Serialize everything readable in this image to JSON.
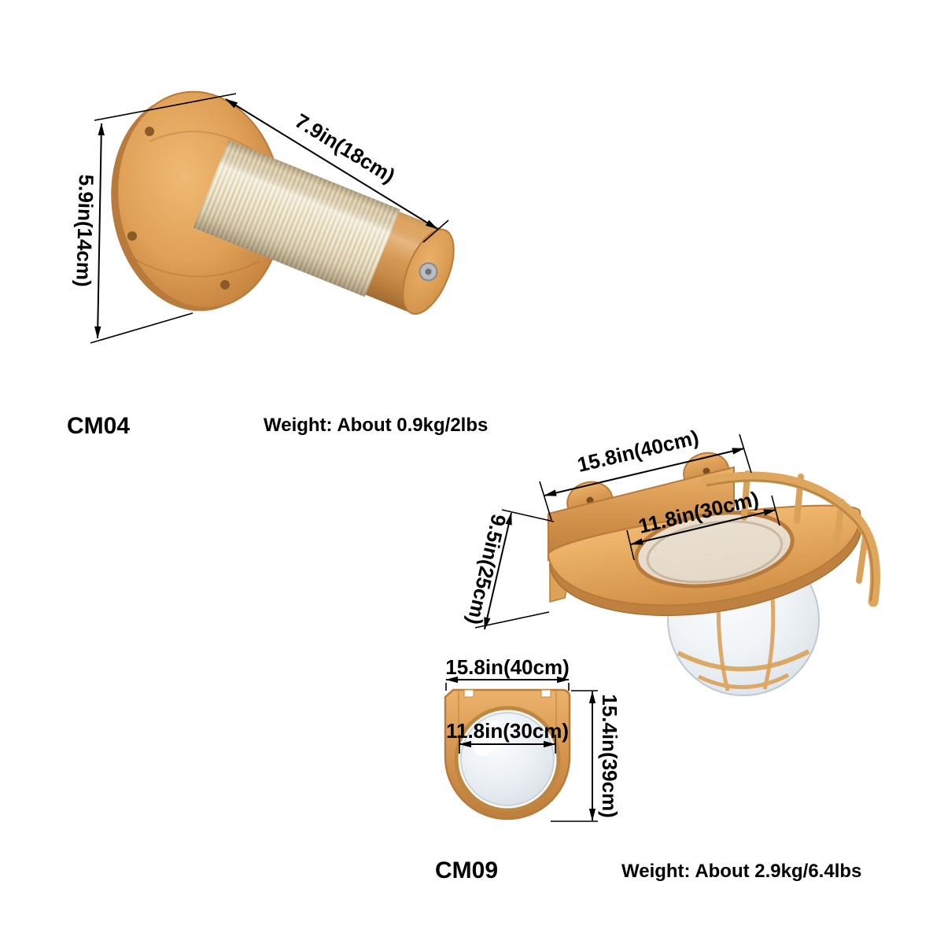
{
  "meta": {
    "type": "product-dimension-diagram",
    "background": "#ffffff"
  },
  "colors": {
    "wood": "#DDA055",
    "wood_dark": "#B97B3B",
    "sisal": "#EDE4CB",
    "dimension_line": "#000000",
    "text": "#000000"
  },
  "products": {
    "cm04": {
      "label": "CM04",
      "weight": "Weight: About 0.9kg/2lbs",
      "dimensions": {
        "post_length": "7.9in(18cm)",
        "plate_diameter": "5.9in(14cm)"
      }
    },
    "cm09": {
      "label": "CM09",
      "weight": "Weight: About 2.9kg/6.4lbs",
      "dimensions": {
        "top_width": "15.8in(40cm)",
        "top_depth": "9.5in(25cm)",
        "top_inner_diameter": "11.8in(30cm)",
        "front_width": "15.8in(40cm)",
        "front_inner_diameter": "11.8in(30cm)",
        "front_height": "15.4in(39cm)"
      }
    }
  }
}
